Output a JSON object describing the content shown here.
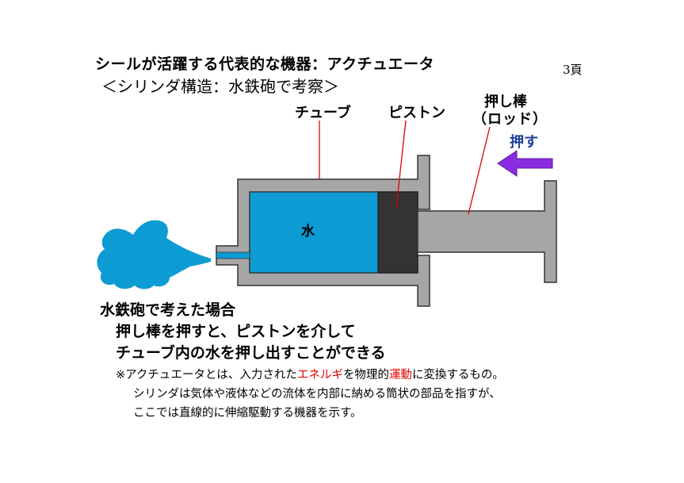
{
  "slide": {
    "title": "シールが活躍する代表的な機器：アクチュエータ",
    "subtitle": "＜シリンダ構造：水鉄砲で考察＞",
    "page_number": "3頁"
  },
  "diagram": {
    "label_tube": "チューブ",
    "label_piston": "ピストン",
    "label_rod_line1": "押し棒",
    "label_rod_line2": "（ロッド）",
    "label_push": "押す",
    "label_water": "水"
  },
  "caption": {
    "line1": "水鉄砲で考えた場合",
    "line2": "押し棒を押すと、ピストンを介して",
    "line3": "チューブ内の水を押し出すことができる"
  },
  "note": {
    "line1_a": "※アクチュエータとは、入力された",
    "line1_red1": "エネルギ",
    "line1_b": "を物理的",
    "line1_red2": "運動",
    "line1_c": "に変換するもの。",
    "line2": "シリンダは気体や液体などの流体を内部に納める筒状の部品を指すが、",
    "line3": "ここでは直線的に伸縮駆動する機器を示す。"
  },
  "colors": {
    "cylinder_gray": "#a6a6a6",
    "water_blue": "#0c9bd3",
    "piston_dark": "#333333",
    "arrow_purple": "#8a2be2",
    "push_text_blue": "#1f3f9a",
    "leader_red": "#e00000",
    "highlight_red": "#e00000"
  }
}
